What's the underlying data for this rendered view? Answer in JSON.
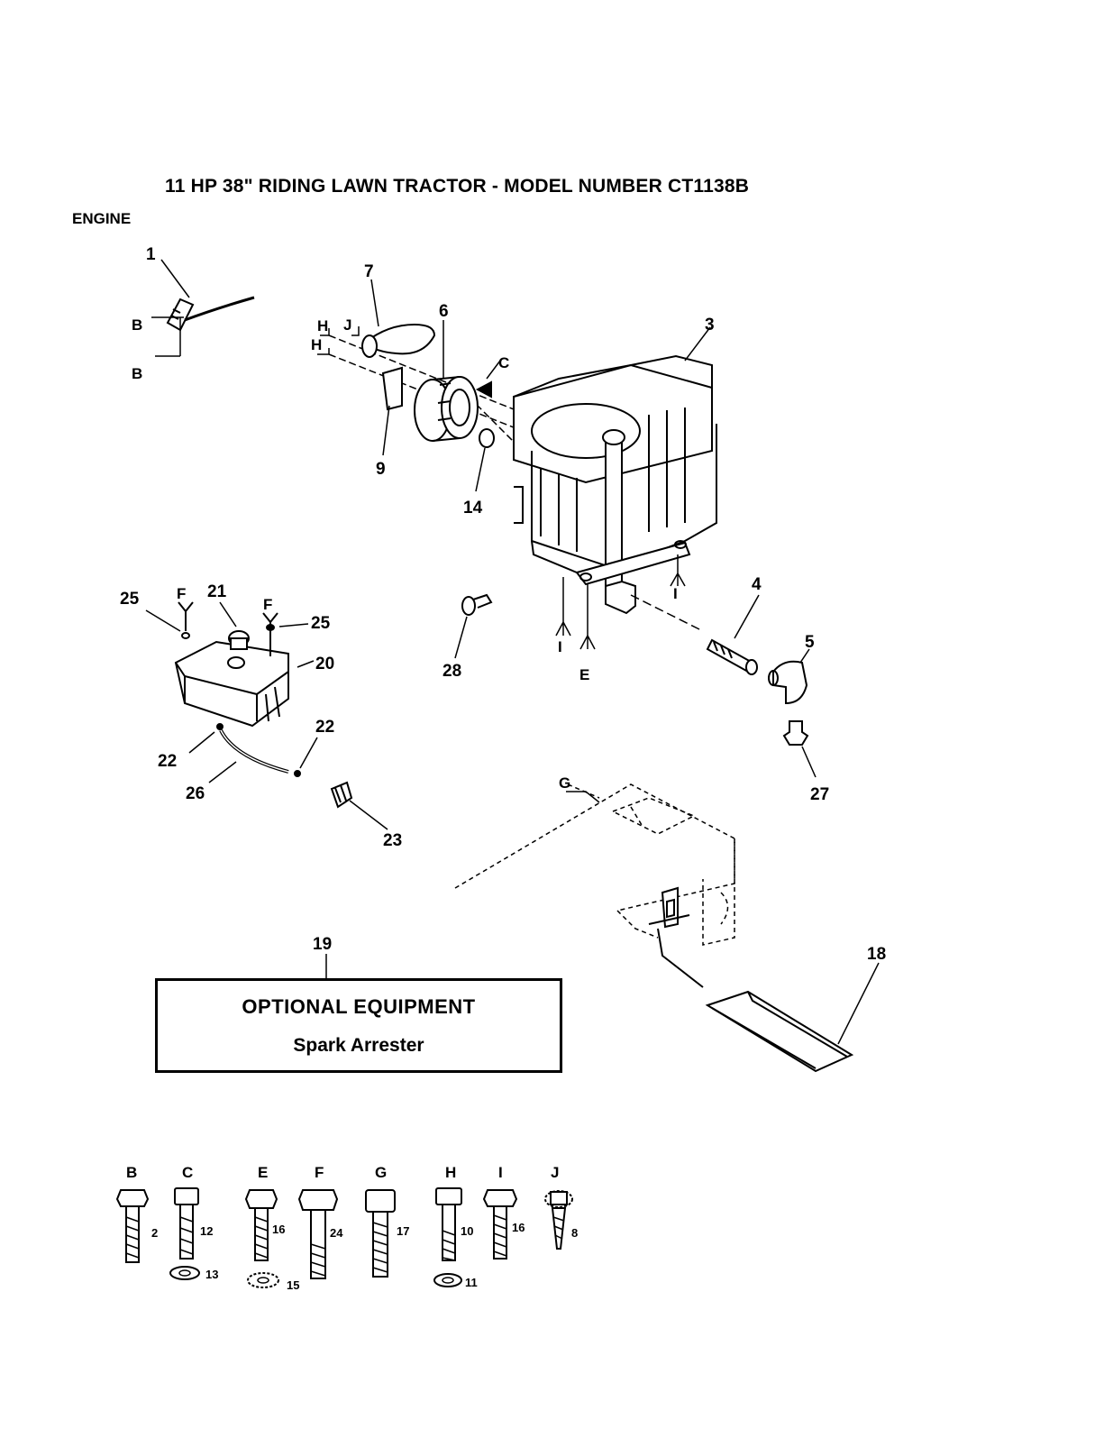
{
  "header": {
    "title": "11 HP 38\" RIDING LAWN TRACTOR - MODEL NUMBER CT1138B",
    "section": "ENGINE"
  },
  "optional_equipment": {
    "heading": "OPTIONAL EQUIPMENT",
    "item": "Spark Arrester"
  },
  "callouts": {
    "c1": "1",
    "c3": "3",
    "c4": "4",
    "c5": "5",
    "c6": "6",
    "c7": "7",
    "c9": "9",
    "c14": "14",
    "c18": "18",
    "c19": "19",
    "c20": "20",
    "c21": "21",
    "c22a": "22",
    "c22b": "22",
    "c23": "23",
    "c25a": "25",
    "c25b": "25",
    "c26": "26",
    "c27": "27",
    "c28": "28"
  },
  "diagram_letters": {
    "b1": "B",
    "b2": "B",
    "h1": "H",
    "h2": "H",
    "j": "J",
    "c": "C",
    "f1": "F",
    "f2": "F",
    "i1": "I",
    "i2": "I",
    "e": "E",
    "g": "G"
  },
  "hardware_key": [
    {
      "letter": "B",
      "part": "2"
    },
    {
      "letter": "C",
      "part": "12",
      "washer": "13"
    },
    {
      "letter": "E",
      "part": "16",
      "washer": "15"
    },
    {
      "letter": "F",
      "part": "24"
    },
    {
      "letter": "G",
      "part": "17"
    },
    {
      "letter": "H",
      "part": "10",
      "washer": "11"
    },
    {
      "letter": "I",
      "part": "16"
    },
    {
      "letter": "J",
      "part": "8"
    }
  ]
}
